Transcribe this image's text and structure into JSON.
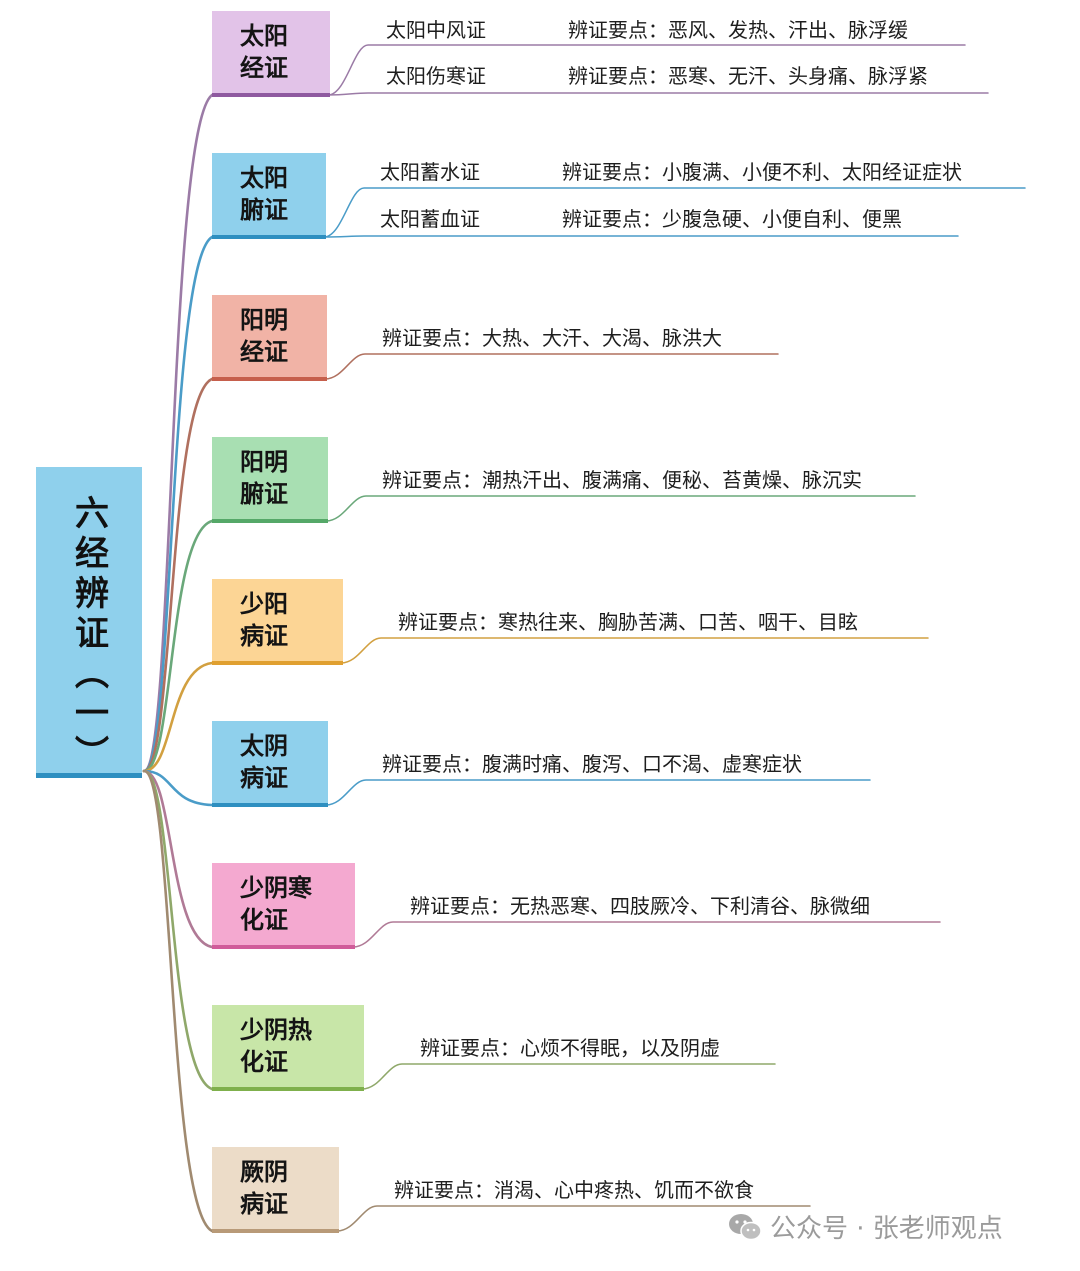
{
  "root": {
    "label": "六经辨证（一）",
    "color": "#8fd0ec",
    "border": "#2e8fc0"
  },
  "branches": [
    {
      "id": "taiyang-jing",
      "label": "太阳\n经证",
      "color": "#e2c3e8",
      "border": "#8f5aa0",
      "link_color": "#9b7ba6",
      "leaves": [
        {
          "name": "太阳中风证",
          "desc": "辨证要点：恶风、发热、汗出、脉浮缓"
        },
        {
          "name": "太阳伤寒证",
          "desc": "辨证要点：恶寒、无汗、头身痛、脉浮紧"
        }
      ]
    },
    {
      "id": "taiyang-fu",
      "label": "太阳\n腑证",
      "color": "#8fd0ec",
      "border": "#2e8fc0",
      "link_color": "#4a9cc8",
      "leaves": [
        {
          "name": "太阳蓄水证",
          "desc": "辨证要点：小腹满、小便不利、太阳经证症状"
        },
        {
          "name": "太阳蓄血证",
          "desc": "辨证要点：少腹急硬、小便自利、便黑"
        }
      ]
    },
    {
      "id": "yangming-jing",
      "label": "阳明\n经证",
      "color": "#f1b3a6",
      "border": "#c65f4c",
      "link_color": "#b0705f",
      "leaves": [
        {
          "name": "",
          "desc": "辨证要点：大热、大汗、大渴、脉洪大"
        }
      ]
    },
    {
      "id": "yangming-fu",
      "label": "阳明\n腑证",
      "color": "#a8dfb2",
      "border": "#55a868",
      "link_color": "#6aa87a",
      "leaves": [
        {
          "name": "",
          "desc": "辨证要点：潮热汗出、腹满痛、便秘、苔黄燥、脉沉实"
        }
      ]
    },
    {
      "id": "shaoyang",
      "label": "少阳\n病证",
      "color": "#fcd595",
      "border": "#e0a030",
      "link_color": "#d2a040",
      "leaves": [
        {
          "name": "",
          "desc": "辨证要点：寒热往来、胸胁苦满、口苦、咽干、目眩"
        }
      ]
    },
    {
      "id": "taiyin",
      "label": "太阴\n病证",
      "color": "#8fd0ec",
      "border": "#2e8fc0",
      "link_color": "#4a9cc8",
      "leaves": [
        {
          "name": "",
          "desc": "辨证要点：腹满时痛、腹泻、口不渴、虚寒症状"
        }
      ]
    },
    {
      "id": "shaoyin-han",
      "label": "少阴寒\n化证",
      "color": "#f4a9d0",
      "border": "#d05c9a",
      "link_color": "#b07a96",
      "leaves": [
        {
          "name": "",
          "desc": "辨证要点：无热恶寒、四肢厥冷、下利清谷、脉微细"
        }
      ]
    },
    {
      "id": "shaoyin-re",
      "label": "少阴热\n化证",
      "color": "#c8e6a8",
      "border": "#7fb04c",
      "link_color": "#8fa86a",
      "leaves": [
        {
          "name": "",
          "desc": "辨证要点：心烦不得眠，以及阴虚"
        }
      ]
    },
    {
      "id": "jueyin",
      "label": "厥阴\n病证",
      "color": "#ecdcc8",
      "border": "#b89a78",
      "link_color": "#a08a70",
      "leaves": [
        {
          "name": "",
          "desc": "辨证要点：消渴、心中疼热、饥而不欲食"
        }
      ]
    }
  ],
  "watermark": {
    "text": "公众号 · 张老师观点",
    "icon": "wechat-icon"
  }
}
